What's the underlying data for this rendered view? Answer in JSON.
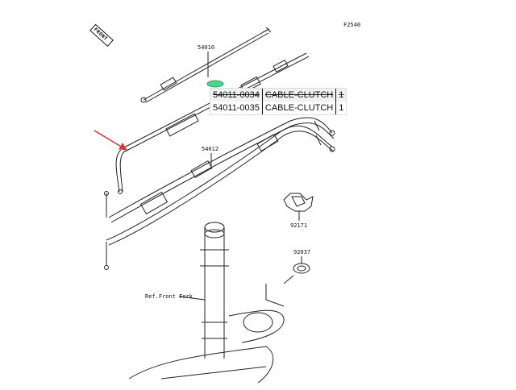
{
  "figure_id": "F2540",
  "front_marker": "FRONT",
  "callouts": {
    "cable_throttle_upper": "54010",
    "cable_throttle_lower": "54012",
    "clamp": "92171",
    "grommet": "92037",
    "front_fork": "Ref.Front Fork"
  },
  "parts_table": {
    "rows": [
      {
        "part_no": "54011-0034",
        "name": "CABLE-CLUTCH",
        "qty": "1",
        "superseded": true
      },
      {
        "part_no": "54011-0035",
        "name": "CABLE-CLUTCH",
        "qty": "1",
        "superseded": false
      }
    ]
  },
  "colors": {
    "arrow": "#d23a3a",
    "highlight": "#4fd38a",
    "line": "#222222"
  }
}
